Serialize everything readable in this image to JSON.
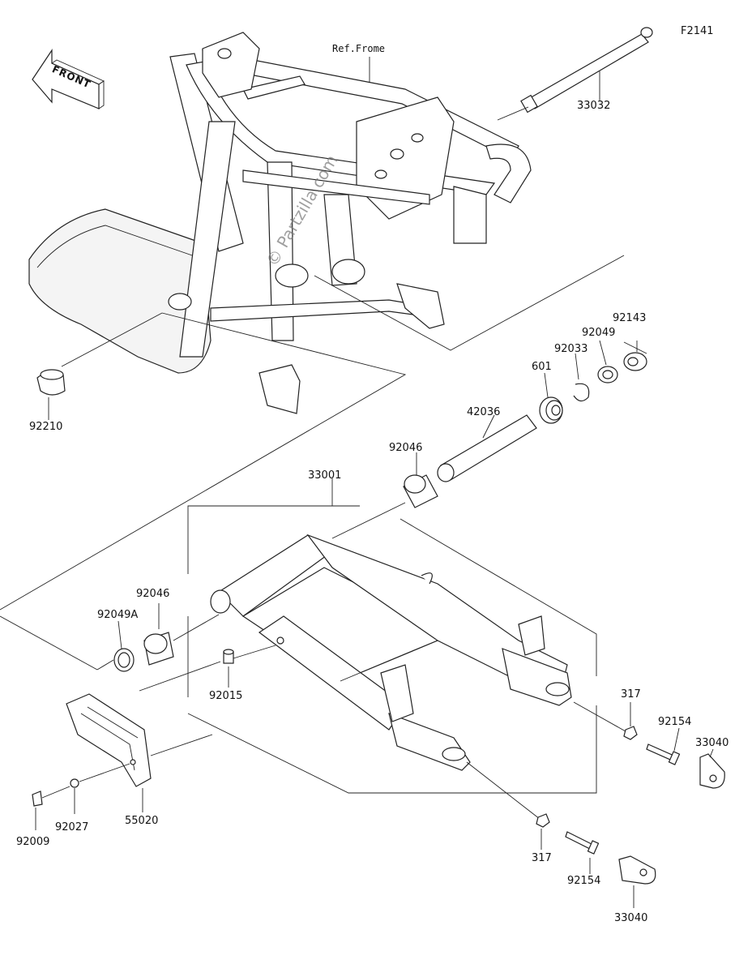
{
  "diagram": {
    "figure_code": "F2141",
    "ref_label": "Ref.Frome",
    "front_label": "FRONT",
    "watermark": "© Partzilla.com",
    "part_labels": {
      "p33032": "33032",
      "p92210": "92210",
      "p92143": "92143",
      "p92049": "92049",
      "p92033": "92033",
      "p601": "601",
      "p42036": "42036",
      "p92046_top": "92046",
      "p33001": "33001",
      "p92046_left": "92046",
      "p92049A": "92049A",
      "p92015": "92015",
      "p317_right": "317",
      "p92154_right": "92154",
      "p33040_right": "33040",
      "p92009": "92009",
      "p92027": "92027",
      "p55020": "55020",
      "p317_bottom": "317",
      "p92154_bottom": "92154",
      "p33040_bottom": "33040"
    }
  }
}
